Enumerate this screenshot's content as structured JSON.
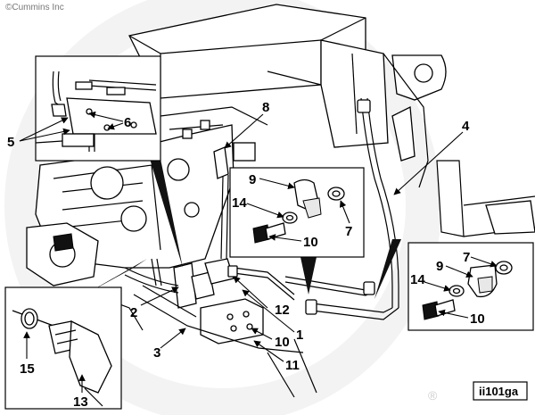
{
  "header": {
    "copyright": "©Cummins Inc"
  },
  "figure": {
    "id": "ii101ga",
    "registered_mark": "®"
  },
  "callouts": {
    "c1": "1",
    "c2": "2",
    "c3": "3",
    "c4": "4",
    "c5": "5",
    "c6": "6",
    "c7a": "7",
    "c7b": "7",
    "c8": "8",
    "c9a": "9",
    "c9b": "9",
    "c10a": "10",
    "c10b": "10",
    "c10c": "10",
    "c11": "11",
    "c12": "12",
    "c13": "13",
    "c14a": "14",
    "c14b": "14",
    "c15": "15"
  }
}
